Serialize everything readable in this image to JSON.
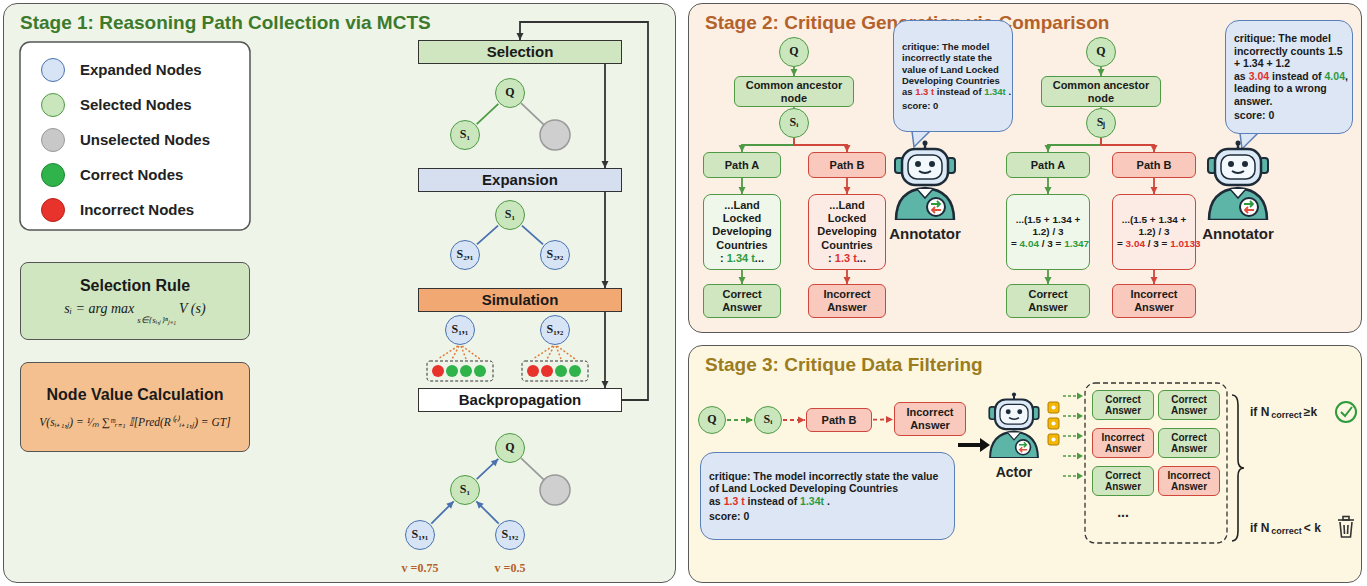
{
  "diagram": {
    "nodes": [
      {
        "text": [
          "Stage 1: Reasoning Path Collection via MCTS"
        ]
      },
      {
        "text": [
          "Selection Rule",
          "sᵢ = arg max",
          "s∈{sᵢ,ⱼ}ⁿⱼ₌₁",
          "V (s)"
        ],
        "in": 0
      },
      {
        "text": [
          "Node Value Calculation",
          "V(sᵢ₊₁,ⱼ) = ¹⁄ₘ ∑ᵐᵣ₌₁ 𝕀[Pred(R⁽ʳ⁾ᵢ₊₁,ⱼ) = GT]"
        ],
        "in": 0
      },
      {
        "text": [
          "Selection"
        ],
        "in": 0
      },
      {
        "text": [
          "Q"
        ],
        "in": 0
      },
      {
        "text": [
          "S₁"
        ],
        "in": 0
      },
      {
        "text": [
          "Expansion"
        ],
        "in": 0
      },
      {
        "text": [
          "S₁"
        ],
        "in": 0
      },
      {
        "text": [
          "S₂,₁"
        ],
        "in": 0
      },
      {
        "text": [
          "S₂,₂"
        ],
        "in": 0
      },
      {
        "text": [
          "Simulation"
        ],
        "in": 0
      },
      {
        "text": [
          "S₁,₁"
        ],
        "in": 0
      },
      {
        "text": [
          "S₁,₂"
        ],
        "in": 0
      },
      {
        "text": [
          "Backpropagation"
        ],
        "in": 0
      },
      {
        "text": [
          "Q"
        ],
        "in": 0
      },
      {
        "text": [
          "S₁"
        ],
        "in": 0
      },
      {
        "text": [
          "S₁,₁"
        ],
        "in": 0
      },
      {
        "text": [
          "S₁,₂"
        ],
        "in": 0
      },
      {
        "text": [
          "Stage 2: Critique Generation via Comparison"
        ]
      },
      {
        "text": [
          "Q"
        ],
        "in": 18
      },
      {
        "text": [
          "Common ancestor node"
        ],
        "in": 18
      },
      {
        "text": [
          "Sᵢ"
        ],
        "in": 18
      },
      {
        "text": [
          "Path A"
        ],
        "in": 18
      },
      {
        "text": [
          "Path B"
        ],
        "in": 18
      },
      {
        "text": [
          "...Land Locked Developing Countries :",
          "1.34 t",
          "..."
        ],
        "in": 18
      },
      {
        "text": [
          "...Land Locked Developing Countries :",
          "1.3 t",
          "..."
        ],
        "in": 18
      },
      {
        "text": [
          "Correct Answer"
        ],
        "in": 18
      },
      {
        "text": [
          "Incorrect Answer"
        ],
        "in": 18
      },
      {
        "text": [
          "critique: The model incorrectly state the value of Land Locked Developing Countries as",
          "1.3 t",
          "instead of",
          "1.34t",
          ".",
          "score: 0"
        ],
        "in": 18
      },
      {
        "text": [
          "Q"
        ],
        "in": 18
      },
      {
        "text": [
          "Common ancestor node"
        ],
        "in": 18
      },
      {
        "text": [
          "Sⱼ"
        ],
        "in": 18
      },
      {
        "text": [
          "Path A"
        ],
        "in": 18
      },
      {
        "text": [
          "Path B"
        ],
        "in": 18
      },
      {
        "text": [
          "...(1.5 + 1.34 + 1.2) / 3 =",
          "4.04",
          "/ 3 =",
          "1.347"
        ],
        "in": 18
      },
      {
        "text": [
          "...(1.5 + 1.34 + 1.2) / 3 =",
          "3.04",
          "/ 3 =",
          "1.0133"
        ],
        "in": 18
      },
      {
        "text": [
          "Correct Answer"
        ],
        "in": 18
      },
      {
        "text": [
          "Incorrect Answer"
        ],
        "in": 18
      },
      {
        "text": [
          "critique: The model incorrectly counts 1.5 + 1.34 + 1.2 as",
          "3.04",
          "instead of",
          "4.04",
          ", leading to a wrong answer.",
          "score: 0"
        ],
        "in": 18
      },
      {
        "text": [
          "Stage 3: Critique Data Filtering"
        ]
      },
      {
        "text": [
          "Q"
        ],
        "in": 39
      },
      {
        "text": [
          "Sᵢ"
        ],
        "in": 39
      },
      {
        "text": [
          "Path B"
        ],
        "in": 39
      },
      {
        "text": [
          "Incorrect Answer"
        ],
        "in": 39
      },
      {
        "text": [
          "critique: The model incorrectly state the value of Land Locked Developing Countries as",
          "1.3 t",
          "instead of",
          "1.34t",
          ".",
          "score: 0"
        ],
        "in": 39
      },
      {
        "text": [
          "Correct Answer"
        ],
        "in": 39
      },
      {
        "text": [
          "Correct Answer"
        ],
        "in": 39
      },
      {
        "text": [
          "Incorrect Answer"
        ],
        "in": 39
      },
      {
        "text": [
          "Correct Answer"
        ],
        "in": 39
      },
      {
        "text": [
          "Correct Answer"
        ],
        "in": 39
      },
      {
        "text": [
          "Incorrect Answer"
        ],
        "in": 39
      }
    ],
    "edges": [
      {
        "from": 3,
        "to": 6,
        "arrow": "to"
      },
      {
        "from": 6,
        "to": 10,
        "arrow": "to"
      },
      {
        "from": 10,
        "to": 13,
        "arrow": "to"
      },
      {
        "from": 13,
        "to": 3,
        "arrow": "to"
      },
      {
        "from": 4,
        "to": 5,
        "arrow": "none"
      },
      {
        "from": 7,
        "to": 8,
        "arrow": "none"
      },
      {
        "from": 7,
        "to": 9,
        "arrow": "none"
      },
      {
        "from": 16,
        "to": 15,
        "arrow": "to"
      },
      {
        "from": 17,
        "to": 15,
        "arrow": "to"
      },
      {
        "from": 15,
        "to": 14,
        "arrow": "to"
      },
      {
        "from": 19,
        "to": 20,
        "arrow": "to"
      },
      {
        "from": 20,
        "to": 21,
        "arrow": "to"
      },
      {
        "from": 21,
        "to": 22,
        "arrow": "to"
      },
      {
        "from": 21,
        "to": 23,
        "arrow": "to"
      },
      {
        "from": 22,
        "to": 24,
        "arrow": "to"
      },
      {
        "from": 23,
        "to": 25,
        "arrow": "to"
      },
      {
        "from": 24,
        "to": 26,
        "arrow": "to"
      },
      {
        "from": 25,
        "to": 27,
        "arrow": "to"
      },
      {
        "from": 29,
        "to": 30,
        "arrow": "to"
      },
      {
        "from": 30,
        "to": 31,
        "arrow": "to"
      },
      {
        "from": 31,
        "to": 32,
        "arrow": "to"
      },
      {
        "from": 31,
        "to": 33,
        "arrow": "to"
      },
      {
        "from": 32,
        "to": 34,
        "arrow": "to"
      },
      {
        "from": 33,
        "to": 35,
        "arrow": "to"
      },
      {
        "from": 34,
        "to": 36,
        "arrow": "to"
      },
      {
        "from": 35,
        "to": 37,
        "arrow": "to"
      },
      {
        "from": 40,
        "to": 41,
        "arrow": "to"
      },
      {
        "from": 41,
        "to": 42,
        "arrow": "to"
      },
      {
        "from": 42,
        "to": 43,
        "arrow": "to"
      }
    ],
    "labels": [
      "Annotator",
      "Annotator",
      "Actor",
      "v =0.75",
      "v =0.5",
      "...",
      "if N",
      "correct",
      "≥k",
      "if N",
      "correct",
      "< k"
    ],
    "legend": [
      {
        "text": "Expanded Nodes",
        "color": "#d6e4f5"
      },
      {
        "text": "Selected Nodes",
        "color": "#c9e6bd"
      },
      {
        "text": "Unselected Nodes",
        "color": "#c8c8c8"
      },
      {
        "text": "Correct Nodes",
        "color": "#2fb34a"
      },
      {
        "text": "Incorrect Nodes",
        "color": "#e8322c"
      }
    ]
  }
}
